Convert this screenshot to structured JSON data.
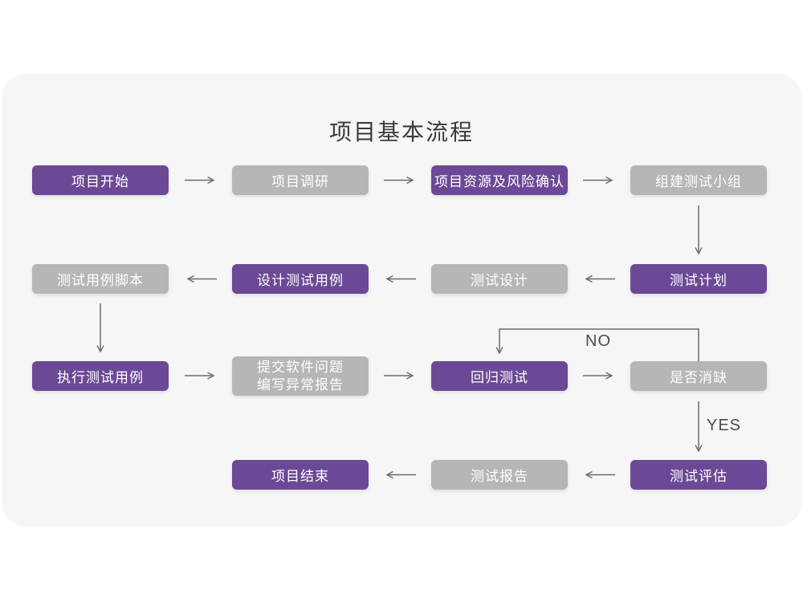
{
  "title": "项目基本流程",
  "colors": {
    "node_purple": "#6b4996",
    "node_gray": "#b6b5b8",
    "node_text": "#ffffff",
    "card_background": "#f6f6f6",
    "page_background": "#ffffff",
    "arrow": "#6b6b6b",
    "title_text": "#3b3b3b",
    "edge_label_text": "#4d4d4d"
  },
  "nodes": {
    "project_start": {
      "label": "项目开始",
      "variant": "purple"
    },
    "project_research": {
      "label": "项目调研",
      "variant": "gray"
    },
    "resource_risk_confirm": {
      "label": "项目资源及风险确认",
      "variant": "purple"
    },
    "build_test_team": {
      "label": "组建测试小组",
      "variant": "gray"
    },
    "test_plan": {
      "label": "测试计划",
      "variant": "purple"
    },
    "test_design": {
      "label": "测试设计",
      "variant": "gray"
    },
    "design_test_cases": {
      "label": "设计测试用例",
      "variant": "purple"
    },
    "test_case_script": {
      "label": "测试用例脚本",
      "variant": "gray"
    },
    "execute_test_cases": {
      "label": "执行测试用例",
      "variant": "purple"
    },
    "submit_issues": {
      "line1": "提交软件问题",
      "line2": "编写异常报告",
      "variant": "gray"
    },
    "regression_test": {
      "label": "回归测试",
      "variant": "purple"
    },
    "defect_resolved": {
      "label": "是否消缺",
      "variant": "gray"
    },
    "test_evaluation": {
      "label": "测试评估",
      "variant": "purple"
    },
    "test_report": {
      "label": "测试报告",
      "variant": "gray"
    },
    "project_end": {
      "label": "项目结束",
      "variant": "purple"
    }
  },
  "edge_labels": {
    "no": "NO",
    "yes": "YES"
  }
}
